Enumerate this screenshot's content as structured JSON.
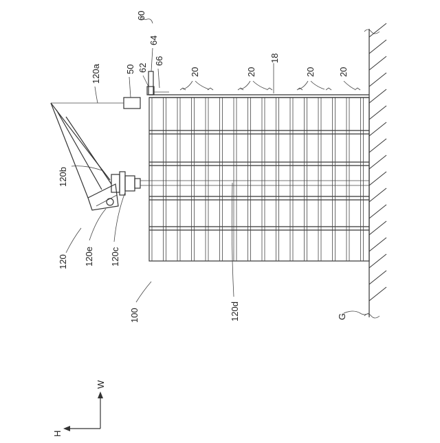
{
  "labels": {
    "l60": "60",
    "l64": "64",
    "l66": "66",
    "l62": "62",
    "l50": "50",
    "l120a": "120a",
    "l20_1": "20",
    "l20_2": "20",
    "l18": "18",
    "l20_3": "20",
    "l20_4": "20",
    "l120b": "120b",
    "l120": "120",
    "l120e": "120e",
    "l120c": "120c",
    "l100": "100",
    "l120d": "120d",
    "lG": "G",
    "lW": "W",
    "lH": "H"
  }
}
